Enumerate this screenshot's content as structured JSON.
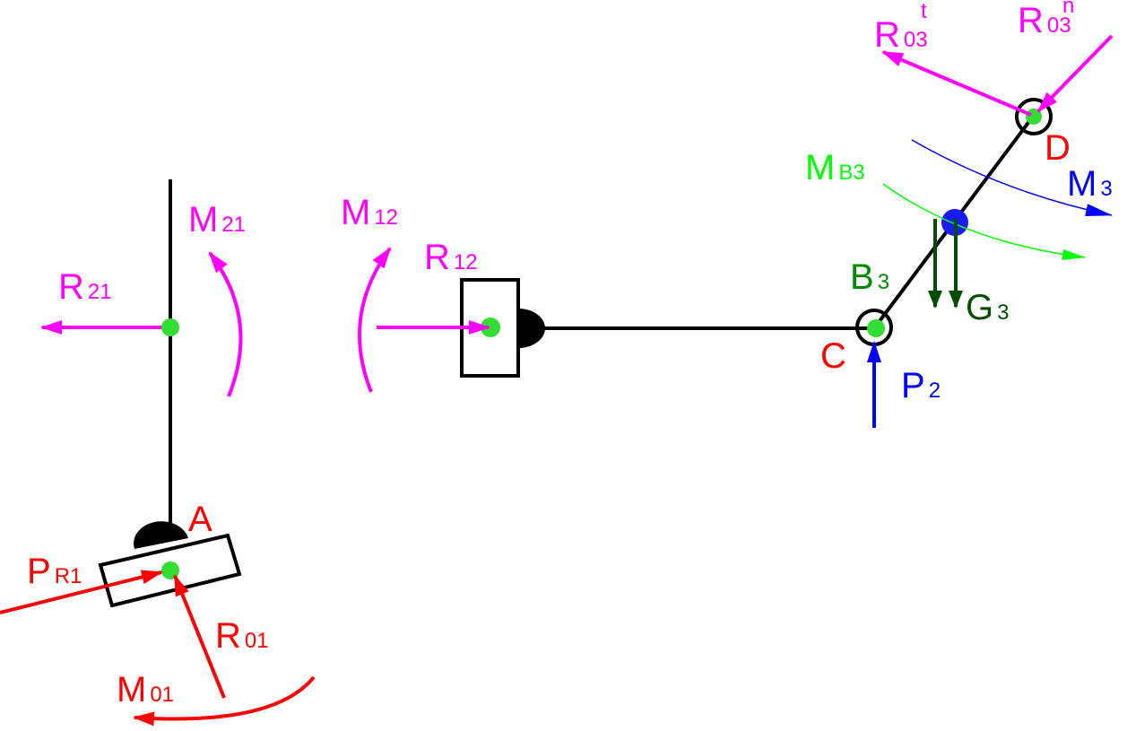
{
  "colors": {
    "link": "#000000",
    "magenta": "#ff00ff",
    "red": "#ff0000",
    "blue": "#0000ff",
    "green": "#00ff00",
    "darkgreen": "#004d00",
    "joint_green": "#33dd33",
    "joint_blue": "#1a1aff"
  },
  "labels": {
    "m21": {
      "main": "M",
      "sub": "21"
    },
    "m12": {
      "main": "M",
      "sub": "12"
    },
    "r21": {
      "main": "R",
      "sub": "21"
    },
    "r12": {
      "main": "R",
      "sub": "12"
    },
    "a": "A",
    "pr1": {
      "main": "P",
      "sub": "R1"
    },
    "r01": {
      "main": "R",
      "sub": "01"
    },
    "m01": {
      "main": "M",
      "sub": "01"
    },
    "r03t": {
      "main": "R",
      "sub": "03",
      "sup": "t"
    },
    "r03n": {
      "main": "R",
      "sub": "03",
      "sup": "n"
    },
    "d": "D",
    "mb3": {
      "main": "M",
      "sub": "B3"
    },
    "m3": {
      "main": "M",
      "sub": "3"
    },
    "b3": {
      "main": "B",
      "sub": "3"
    },
    "g3": {
      "main": "G",
      "sub": "3"
    },
    "c": "C",
    "p2": {
      "main": "P",
      "sub": "2"
    }
  }
}
